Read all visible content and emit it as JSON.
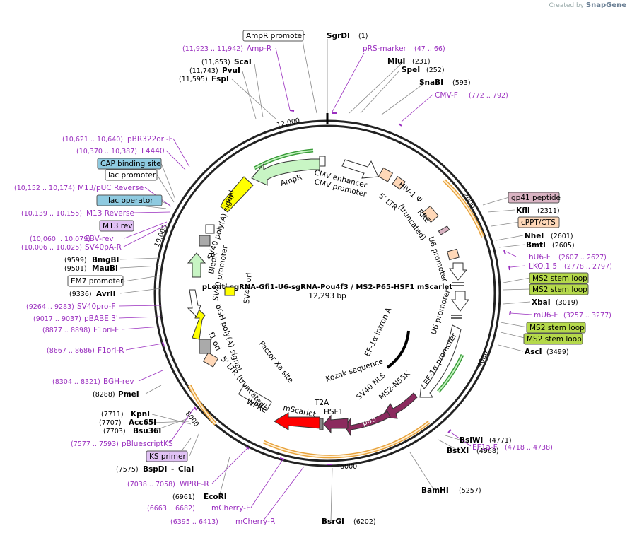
{
  "credit": {
    "created_by": "Created by",
    "brand": "SnapGene"
  },
  "plasmid": {
    "name": "pLenti sgRNA-Gfi1-U6-sgRNA-Pou4f3  / MS2-P65-HSF1 mScarlet",
    "length": "12,293 bp"
  },
  "ticks": [
    "2000",
    "4000",
    "6000",
    "8000",
    "10,000",
    "12,000"
  ],
  "sites": [
    {
      "name": "SgrDI",
      "pos": "(1)"
    },
    {
      "name": "MluI",
      "pos": "(231)"
    },
    {
      "name": "SpeI",
      "pos": "(252)"
    },
    {
      "name": "SnaBI",
      "pos": "(593)"
    },
    {
      "name": "KflI",
      "pos": "(2311)"
    },
    {
      "name": "NheI",
      "pos": "(2601)"
    },
    {
      "name": "BmtI",
      "pos": "(2605)"
    },
    {
      "name": "XbaI",
      "pos": "(3019)"
    },
    {
      "name": "AscI",
      "pos": "(3499)"
    },
    {
      "name": "BsiWI",
      "pos": "(4771)"
    },
    {
      "name": "BstXI",
      "pos": "(4968)"
    },
    {
      "name": "BamHI",
      "pos": "(5257)"
    },
    {
      "name": "BsrGI",
      "pos": "(6202)"
    },
    {
      "name": "EcoRI",
      "pos": "(6961)"
    },
    {
      "name": "BspDI",
      "pos": "(7575)"
    },
    {
      "name": "ClaI",
      "pos": ""
    },
    {
      "name": "Bsu36I",
      "pos": "(7703)"
    },
    {
      "name": "Acc65I",
      "pos": "(7707)"
    },
    {
      "name": "KpnI",
      "pos": "(7711)"
    },
    {
      "name": "PmeI",
      "pos": "(8288)"
    },
    {
      "name": "AvrII",
      "pos": "(9336)"
    },
    {
      "name": "MauBI",
      "pos": "(9501)"
    },
    {
      "name": "BmgBI",
      "pos": "(9599)"
    },
    {
      "name": "FspI",
      "pos": "(11,595)"
    },
    {
      "name": "PvuI",
      "pos": "(11,743)"
    },
    {
      "name": "ScaI",
      "pos": "(11,853)"
    }
  ],
  "primers": [
    {
      "name": "Amp-R",
      "pos": "(11,923 .. 11,942)"
    },
    {
      "name": "pRS-marker",
      "pos": "(47 .. 66)"
    },
    {
      "name": "CMV-F",
      "pos": "(772 .. 792)"
    },
    {
      "name": "hU6-F",
      "pos": "(2607 .. 2627)"
    },
    {
      "name": "LKO.1 5'",
      "pos": "(2778 .. 2797)"
    },
    {
      "name": "mU6-F",
      "pos": "(3257 .. 3277)"
    },
    {
      "name": "EF1a-F",
      "pos": "(4718 .. 4738)"
    },
    {
      "name": "mCherry-R",
      "pos": "(6395 .. 6413)"
    },
    {
      "name": "mCherry-F",
      "pos": "(6663 .. 6682)"
    },
    {
      "name": "WPRE-R",
      "pos": "(7038 .. 7058)"
    },
    {
      "name": "pBluescriptKS",
      "pos": "(7577 .. 7593)"
    },
    {
      "name": "BGH-rev",
      "pos": "(8304 .. 8321)"
    },
    {
      "name": "F1ori-R",
      "pos": "(8667 .. 8686)"
    },
    {
      "name": "F1ori-F",
      "pos": "(8877 .. 8898)"
    },
    {
      "name": "pBABE 3'",
      "pos": "(9017 .. 9037)"
    },
    {
      "name": "SV40pro-F",
      "pos": "(9264 .. 9283)"
    },
    {
      "name": "SV40pA-R",
      "pos": "(10,006 .. 10,025)"
    },
    {
      "name": "EBV-rev",
      "pos": "(10,060 .. 10,079)"
    },
    {
      "name": "M13 Reverse",
      "pos": "(10,139 .. 10,155)"
    },
    {
      "name": "M13/pUC Reverse",
      "pos": "(10,152 .. 10,174)"
    },
    {
      "name": "L4440",
      "pos": "(10,370 .. 10,387)"
    },
    {
      "name": "pBR322ori-F",
      "pos": "(10,621 .. 10,640)"
    }
  ],
  "boxed": [
    {
      "name": "AmpR promoter"
    },
    {
      "name": "gp41 peptide"
    },
    {
      "name": "cPPT/CTS"
    },
    {
      "name": "MS2 stem loop"
    },
    {
      "name": "MS2 stem loop"
    },
    {
      "name": "MS2 stem loop"
    },
    {
      "name": "MS2 stem loop"
    },
    {
      "name": "KS primer"
    },
    {
      "name": "EM7 promoter"
    },
    {
      "name": "M13 rev"
    },
    {
      "name": "lac operator"
    },
    {
      "name": "lac promoter"
    },
    {
      "name": "CAP binding site"
    }
  ],
  "features": {
    "ampr": "AmpR",
    "ori": "ori",
    "cmv_enhancer": "CMV enhancer",
    "cmv_promoter": "CMV promoter",
    "ltr5": "5' LTR",
    "hiv_psi": "HIV-1 Ψ",
    "rre": "RRE",
    "truncated": "(truncated)",
    "u6_1": "U6 promoter",
    "u6_2": "U6 promoter",
    "ef1a": "EF-1α promoter",
    "ef1a_intron": "EF-1α intron A",
    "kozak": "Kozak sequence",
    "sv40nls": "SV40 NLS",
    "ms2": "MS2-N55K",
    "p65": "p65",
    "hsf1": "HSF1",
    "t2a": "T2A",
    "mscarlet": "mScarlet",
    "wpre": "WPRE",
    "ltr3": "5' LTR (truncated)",
    "factor_xa": "Factor Xa site",
    "f1ori": "f1 ori",
    "bgh": "bGH poly(A) signal",
    "bleor": "BleoR",
    "sv40pro": "SV40 promoter",
    "sv40ori": "SV40 ori",
    "sv40pa": "SV40 poly(A) signal"
  },
  "colors": {
    "backbone": "#222222",
    "primer": "#9a2fbf",
    "ampr": "#c8f5c4",
    "ori": "#ffff00",
    "orange": "#ffd8b8",
    "purple": "#8b2a5e",
    "red": "#ff0000",
    "gold": "#e8a33d",
    "ms2box": "#b5d94b",
    "krbox": "#e1c2f5",
    "blubox": "#8ecae0",
    "gpbox": "#d9b3c2"
  }
}
